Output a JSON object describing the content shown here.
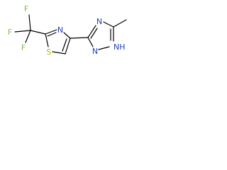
{
  "molecule": {
    "atoms": {
      "f_top": "F",
      "f_left": "F",
      "f_bottom": "F",
      "s": "S",
      "n_thiazole": "N",
      "n_triazole_top": "N",
      "n_triazole_bottom": "N",
      "nh": "NH"
    },
    "colors": {
      "bond": "#000000",
      "fluorine": "#7fbf3f",
      "sulfur": "#b8b800",
      "nitrogen": "#1f3fbf"
    }
  }
}
